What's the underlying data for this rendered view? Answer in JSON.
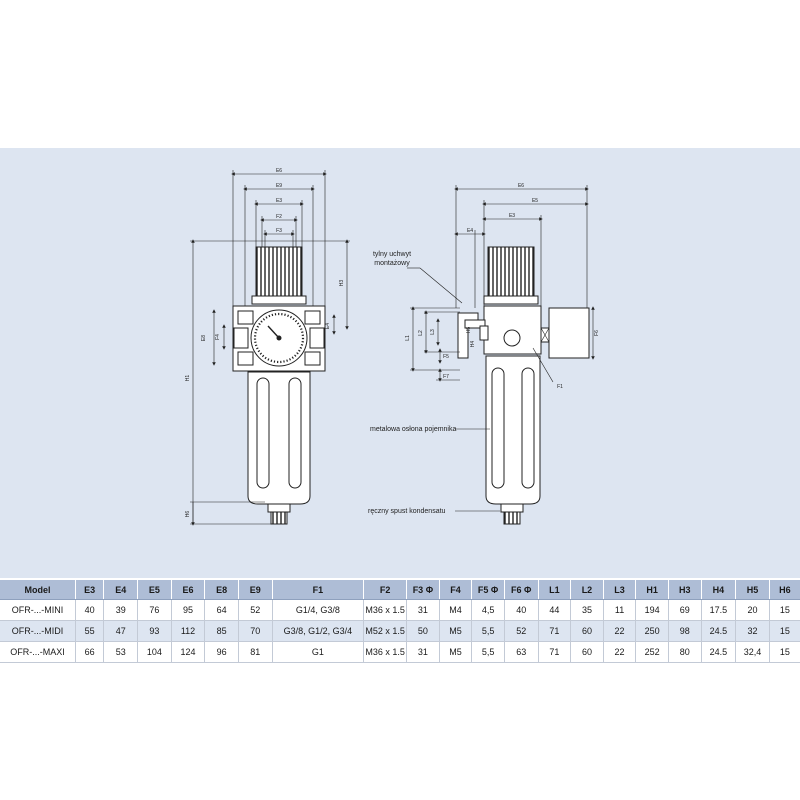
{
  "labels": {
    "dims": [
      "E6",
      "E9",
      "E3",
      "F2",
      "F3",
      "E8",
      "F4",
      "E4",
      "H3",
      "H1",
      "H6",
      "E5",
      "E4",
      "L1",
      "L2",
      "L3",
      "F5",
      "F7",
      "H5",
      "H4",
      "F6",
      "F1"
    ],
    "callout_bracket": "tylny uchwyt montażowy",
    "callout_bowl": "metalowa osłona pojemnika",
    "callout_drain": "ręczny spust kondensatu"
  },
  "table": {
    "headers": [
      "Model",
      "E3",
      "E4",
      "E5",
      "E6",
      "E8",
      "E9",
      "F1",
      "F2",
      "F3 Φ",
      "F4",
      "F5 Φ",
      "F6 Φ",
      "L1",
      "L2",
      "L3",
      "H1",
      "H3",
      "H4",
      "H5",
      "H6"
    ],
    "rows": [
      [
        "OFR-...-MINI",
        "40",
        "39",
        "76",
        "95",
        "64",
        "52",
        "G1/4, G3/8",
        "M36 x 1.5",
        "31",
        "M4",
        "4,5",
        "40",
        "44",
        "35",
        "11",
        "194",
        "69",
        "17.5",
        "20",
        "15"
      ],
      [
        "OFR-...-MIDI",
        "55",
        "47",
        "93",
        "112",
        "85",
        "70",
        "G3/8, G1/2, G3/4",
        "M52 x 1.5",
        "50",
        "M5",
        "5,5",
        "52",
        "71",
        "60",
        "22",
        "250",
        "98",
        "24.5",
        "32",
        "15"
      ],
      [
        "OFR-...-MAXI",
        "66",
        "53",
        "104",
        "124",
        "96",
        "81",
        "G1",
        "M36 x 1.5",
        "31",
        "M5",
        "5,5",
        "63",
        "71",
        "60",
        "22",
        "252",
        "80",
        "24.5",
        "32,4",
        "15"
      ]
    ]
  }
}
